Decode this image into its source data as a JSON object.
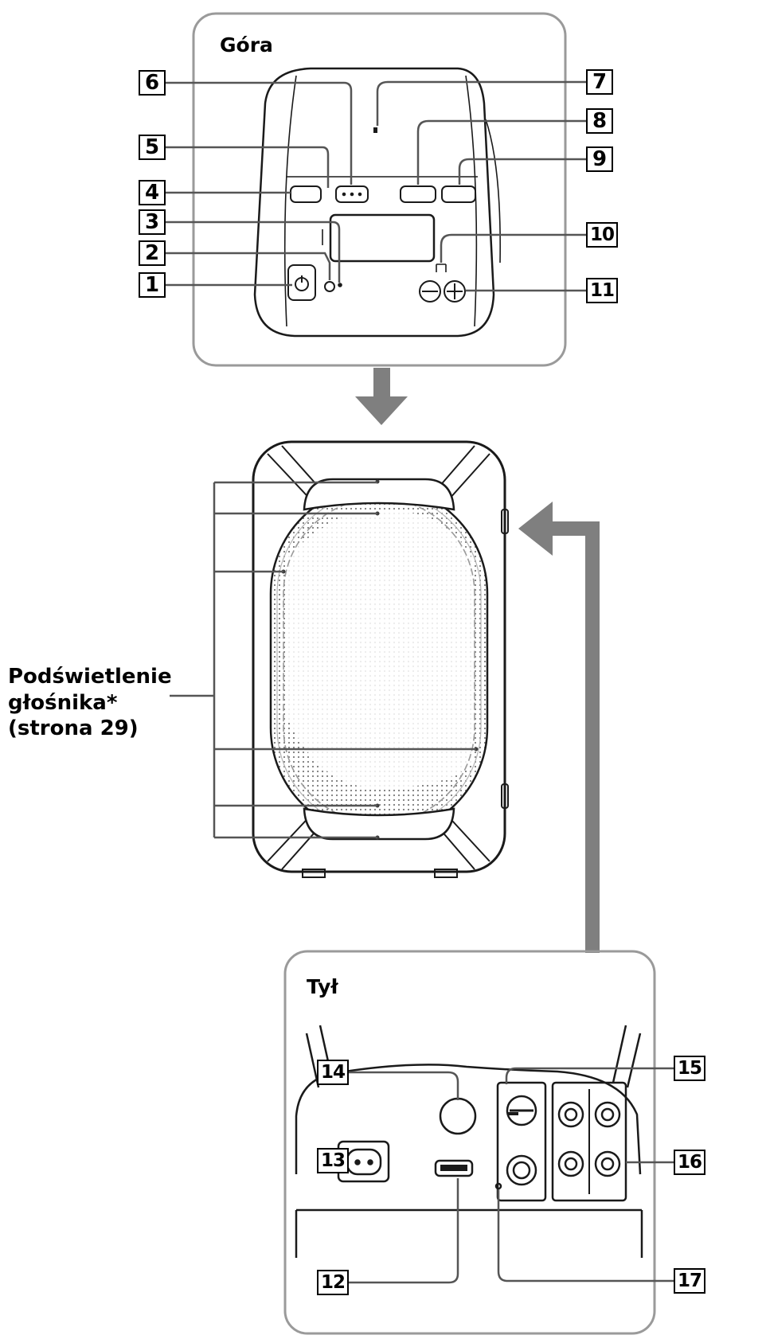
{
  "top_panel": {
    "title": "Góra"
  },
  "back_panel": {
    "title": "Tył"
  },
  "side_callout": {
    "line1": "Podświetlenie",
    "line2": "głośnika*",
    "line3": "(strona 29)"
  },
  "callouts": [
    "1",
    "2",
    "3",
    "4",
    "5",
    "6",
    "7",
    "8",
    "9",
    "10",
    "11",
    "12",
    "13",
    "14",
    "15",
    "16",
    "17"
  ],
  "colors": {
    "frame": "#9a9a9a",
    "arrow": "#7f7f7f",
    "outline": "#1a1a1a",
    "grille": "#b0b0b0"
  }
}
